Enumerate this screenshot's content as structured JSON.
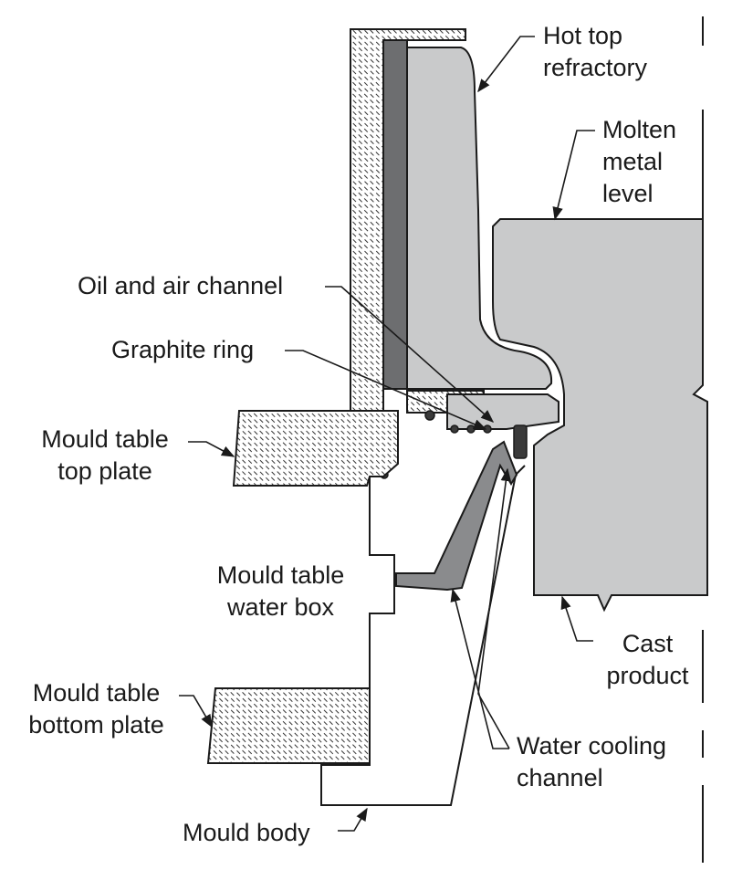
{
  "labels": {
    "hot_top_refractory": [
      "Hot top",
      "refractory"
    ],
    "molten_metal_level": [
      "Molten",
      "metal",
      "level"
    ],
    "oil_and_air_channel": "Oil and air channel",
    "graphite_ring": "Graphite ring",
    "mould_table_top_plate": [
      "Mould table",
      "top plate"
    ],
    "mould_table_water_box": [
      "Mould table",
      "water box"
    ],
    "mould_table_bottom_plate": [
      "Mould table",
      "bottom plate"
    ],
    "cast_product": [
      "Cast",
      "product"
    ],
    "water_cooling_channel": [
      "Water cooling",
      "channel"
    ],
    "mould_body": "Mould body"
  },
  "colors": {
    "outline": "#1a1a1a",
    "refractory_fill": "#c9cacb",
    "dark_liner": "#6d6e70",
    "channel_fill": "#8a8b8d",
    "metal_fill": "#c9cacb",
    "insulation_fill": "#ffffff"
  }
}
